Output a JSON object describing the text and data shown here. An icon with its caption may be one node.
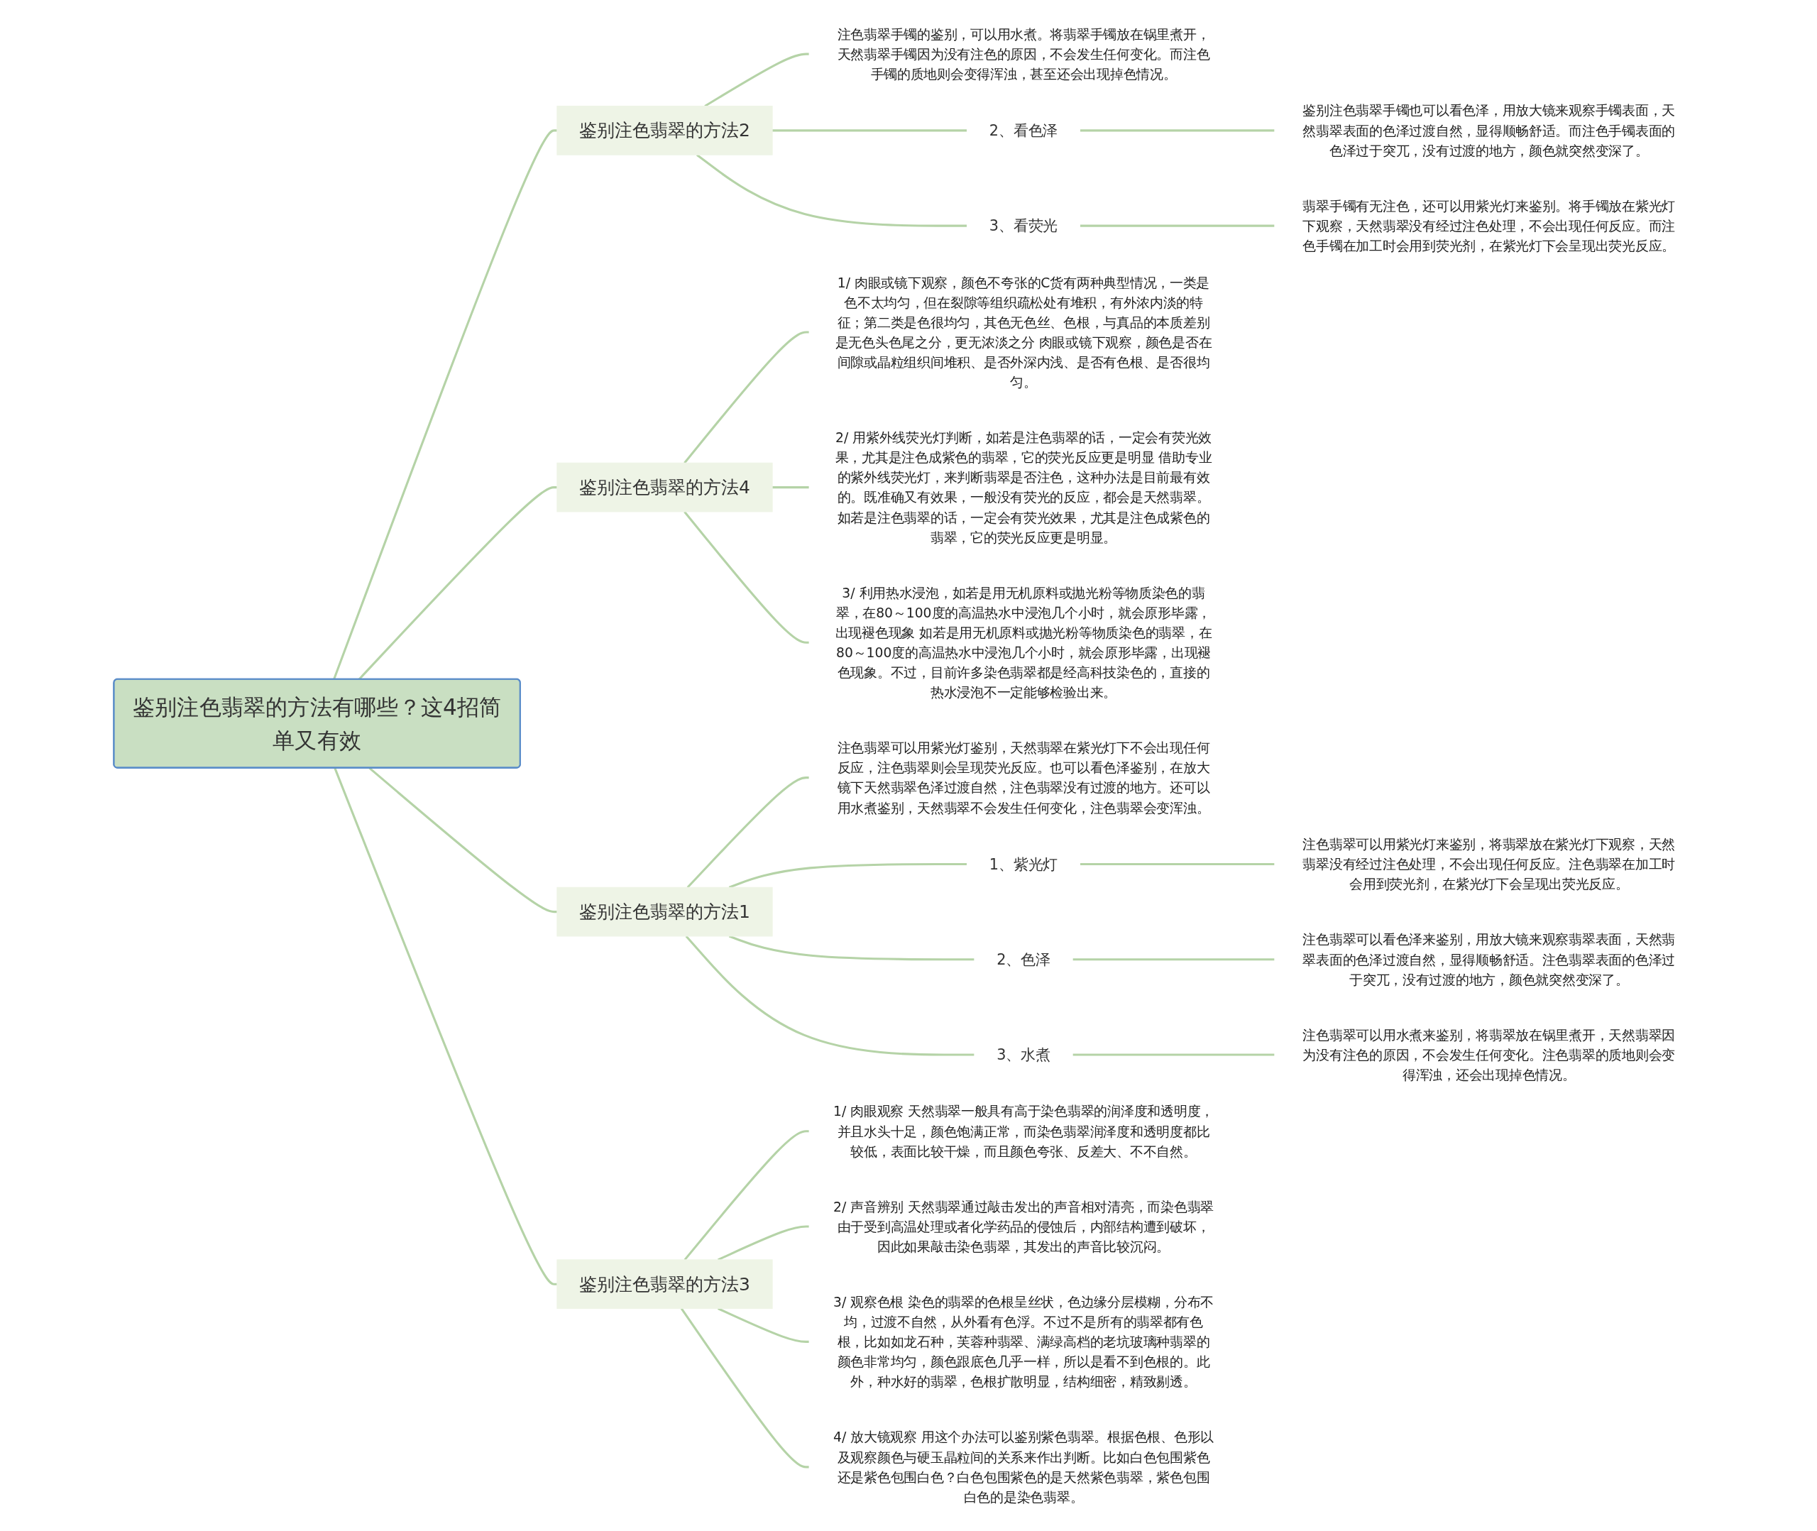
{
  "diagram": {
    "nodes": [
      {
        "text": [
          "鉴别注色翡翠的方法有哪些？这4招简单又有效"
        ]
      },
      {
        "text": [
          "鉴别注色翡翠的方法2"
        ]
      },
      {
        "text": [
          "注色翡翠手镯的鉴别，可以用水煮。将翡翠手镯放在锅里煮开，天然翡翠手镯因为没有注色的原因，不会发生任何变化。而注色手镯的质地则会变得浑浊，甚至还会出现掉色情况。"
        ]
      },
      {
        "text": [
          "2、看色泽"
        ]
      },
      {
        "text": [
          "鉴别注色翡翠手镯也可以看色泽，用放大镜来观察手镯表面，天然翡翠表面的色泽过渡自然，显得顺畅舒适。而注色手镯表面的色泽过于突兀，没有过渡的地方，颜色就突然变深了。"
        ]
      },
      {
        "text": [
          "3、看荧光"
        ]
      },
      {
        "text": [
          "翡翠手镯有无注色，还可以用紫光灯来鉴别。将手镯放在紫光灯下观察，天然翡翠没有经过注色处理，不会出现任何反应。而注色手镯在加工时会用到荧光剂，在紫光灯下会呈现出荧光反应。"
        ]
      },
      {
        "text": [
          "鉴别注色翡翠的方法4"
        ]
      },
      {
        "text": [
          "1/ 肉眼或镜下观察，颜色不夸张的C货有两种典型情况，一类是色不太均匀，但在裂隙等组织疏松处有堆积，有外浓内淡的特征；第二类是色很均匀，其色无色丝、色根，与真品的本质差别是无色头色尾之分，更无浓淡之分 肉眼或镜下观察，颜色是否在间隙或晶粒组织间堆积、是否外深内浅、是否有色根、是否很均匀。"
        ]
      },
      {
        "text": [
          "2/ 用紫外线荧光灯判断，如若是注色翡翠的话，一定会有荧光效果，尤其是注色成紫色的翡翠，它的荧光反应更是明显 借助专业的紫外线荧光灯，来判断翡翠是否注色，这种办法是目前最有效的。既准确又有效果，一般没有荧光的反应，都会是天然翡翠。如若是注色翡翠的话，一定会有荧光效果，尤其是注色成紫色的翡翠，它的荧光反应更是明显。"
        ]
      },
      {
        "text": [
          "3/ 利用热水浸泡，如若是用无机原料或抛光粉等物质染色的翡翠，在80～100度的高温热水中浸泡几个小时，就会原形毕露，出现褪色现象 如若是用无机原料或抛光粉等物质染色的翡翠，在80～100度的高温热水中浸泡几个小时，就会原形毕露，出现褪色现象。不过，目前许多染色翡翠都是经高科技染色的，直接的热水浸泡不一定能够检验出来。"
        ]
      },
      {
        "text": [
          "鉴别注色翡翠的方法1"
        ]
      },
      {
        "text": [
          "注色翡翠可以用紫光灯鉴别，天然翡翠在紫光灯下不会出现任何反应，注色翡翠则会呈现荧光反应。也可以看色泽鉴别，在放大镜下天然翡翠色泽过渡自然，注色翡翠没有过渡的地方。还可以用水煮鉴别，天然翡翠不会发生任何变化，注色翡翠会变浑浊。"
        ]
      },
      {
        "text": [
          "1、紫光灯"
        ]
      },
      {
        "text": [
          "注色翡翠可以用紫光灯来鉴别，将翡翠放在紫光灯下观察，天然翡翠没有经过注色处理，不会出现任何反应。注色翡翠在加工时会用到荧光剂，在紫光灯下会呈现出荧光反应。"
        ]
      },
      {
        "text": [
          "2、色泽"
        ]
      },
      {
        "text": [
          "注色翡翠可以看色泽来鉴别，用放大镜来观察翡翠表面，天然翡翠表面的色泽过渡自然，显得顺畅舒适。注色翡翠表面的色泽过于突兀，没有过渡的地方，颜色就突然变深了。"
        ]
      },
      {
        "text": [
          "3、水煮"
        ]
      },
      {
        "text": [
          "注色翡翠可以用水煮来鉴别，将翡翠放在锅里煮开，天然翡翠因为没有注色的原因，不会发生任何变化。注色翡翠的质地则会变得浑浊，还会出现掉色情况。"
        ]
      },
      {
        "text": [
          "鉴别注色翡翠的方法3"
        ]
      },
      {
        "text": [
          "1/ 肉眼观察 天然翡翠一般具有高于染色翡翠的润泽度和透明度，并且水头十足，颜色饱满正常，而染色翡翠润泽度和透明度都比较低，表面比较干燥，而且颜色夸张、反差大、不不自然。"
        ]
      },
      {
        "text": [
          "2/ 声音辨别 天然翡翠通过敲击发出的声音相对清亮，而染色翡翠由于受到高温处理或者化学药品的侵蚀后，内部结构遭到破坏，因此如果敲击染色翡翠，其发出的声音比较沉闷。"
        ]
      },
      {
        "text": [
          "3/ 观察色根 染色的翡翠的色根呈丝状，色边缘分层模糊，分布不均，过渡不自然，从外看有色浮。不过不是所有的翡翠都有色根，比如如龙石种，芙蓉种翡翠、满绿高档的老坑玻璃种翡翠的颜色非常均匀，颜色跟底色几乎一样，所以是看不到色根的。此外，种水好的翡翠，色根扩散明显，结构细密，精致剔透。"
        ]
      },
      {
        "text": [
          "4/ 放大镜观察 用这个办法可以鉴别紫色翡翠。根据色根、色形以及观察颜色与硬玉晶粒间的关系来作出判断。比如白色包围紫色还是紫色包围白色？白色包围紫色的是天然紫色翡翠，紫色包围白色的是染色翡翠。"
        ]
      }
    ],
    "edges": [
      {
        "from": 0,
        "to": 1,
        "arrow": "none"
      },
      {
        "from": 1,
        "to": 2,
        "arrow": "none"
      },
      {
        "from": 1,
        "to": 3,
        "arrow": "none"
      },
      {
        "from": 3,
        "to": 4,
        "arrow": "none"
      },
      {
        "from": 1,
        "to": 5,
        "arrow": "none"
      },
      {
        "from": 5,
        "to": 6,
        "arrow": "none"
      },
      {
        "from": 0,
        "to": 7,
        "arrow": "none"
      },
      {
        "from": 7,
        "to": 8,
        "arrow": "none"
      },
      {
        "from": 7,
        "to": 9,
        "arrow": "none"
      },
      {
        "from": 7,
        "to": 10,
        "arrow": "none"
      },
      {
        "from": 0,
        "to": 11,
        "arrow": "none"
      },
      {
        "from": 11,
        "to": 12,
        "arrow": "none"
      },
      {
        "from": 11,
        "to": 13,
        "arrow": "none"
      },
      {
        "from": 13,
        "to": 14,
        "arrow": "none"
      },
      {
        "from": 11,
        "to": 15,
        "arrow": "none"
      },
      {
        "from": 15,
        "to": 16,
        "arrow": "none"
      },
      {
        "from": 11,
        "to": 17,
        "arrow": "none"
      },
      {
        "from": 17,
        "to": 18,
        "arrow": "none"
      },
      {
        "from": 0,
        "to": 19,
        "arrow": "none"
      },
      {
        "from": 19,
        "to": 20,
        "arrow": "none"
      },
      {
        "from": 19,
        "to": 21,
        "arrow": "none"
      },
      {
        "from": 19,
        "to": 22,
        "arrow": "none"
      },
      {
        "from": 19,
        "to": 23,
        "arrow": "none"
      }
    ]
  }
}
